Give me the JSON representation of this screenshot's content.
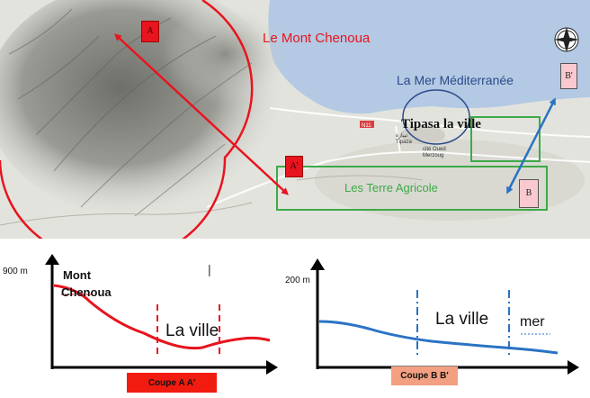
{
  "map": {
    "labels": {
      "mont_chenoua": "Le Mont Chenoua",
      "mer": "La Mer Méditerranée",
      "tipasa": "Tipasa la ville",
      "terres": "Les Terre Agricole",
      "tipaza_small": "تيبازة\nTipaza",
      "cite": "cité Oued\nMerzoug",
      "road": "N11"
    },
    "markers": {
      "a": "A",
      "a_prime": "A'",
      "b": "B",
      "b_prime": "B'"
    },
    "colors": {
      "sea": "#b3c9e4",
      "land": "#e3e3dd",
      "red": "#e8141e",
      "blue": "#2a73c4",
      "green": "#3daa48",
      "label_blue": "#2c4a8a"
    },
    "compass": "compass-north-icon"
  },
  "profile_a": {
    "y_label": "900 m",
    "mont_line1": "Mont",
    "mont_line2": "Chenoua",
    "ville": "La ville",
    "tick_mark": "|",
    "caption": "Coupe A A'",
    "caption_color": "#f21b10"
  },
  "profile_b": {
    "y_label": "200 m",
    "ville": "La ville",
    "mer": "mer",
    "caption": "Coupe B B'",
    "caption_color": "#f2a081"
  }
}
